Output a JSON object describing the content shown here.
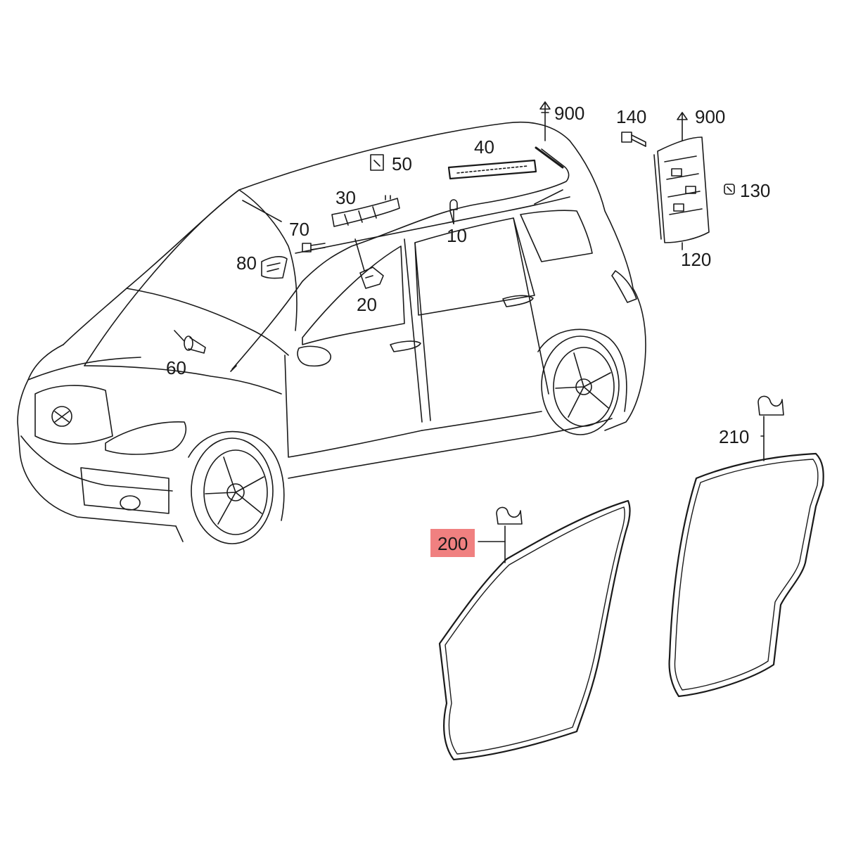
{
  "diagram": {
    "colors": {
      "line": "#1a1a1a",
      "highlight": "#f08080",
      "background": "#ffffff"
    },
    "highlighted_part": "200",
    "labels": {
      "p900a": "900",
      "p140": "140",
      "p900b": "900",
      "p40": "40",
      "p50": "50",
      "p30": "30",
      "p130": "130",
      "p70": "70",
      "p10": "10",
      "p80": "80",
      "p120": "120",
      "p20": "20",
      "p60": "60",
      "p210": "210",
      "p200": "200"
    }
  }
}
